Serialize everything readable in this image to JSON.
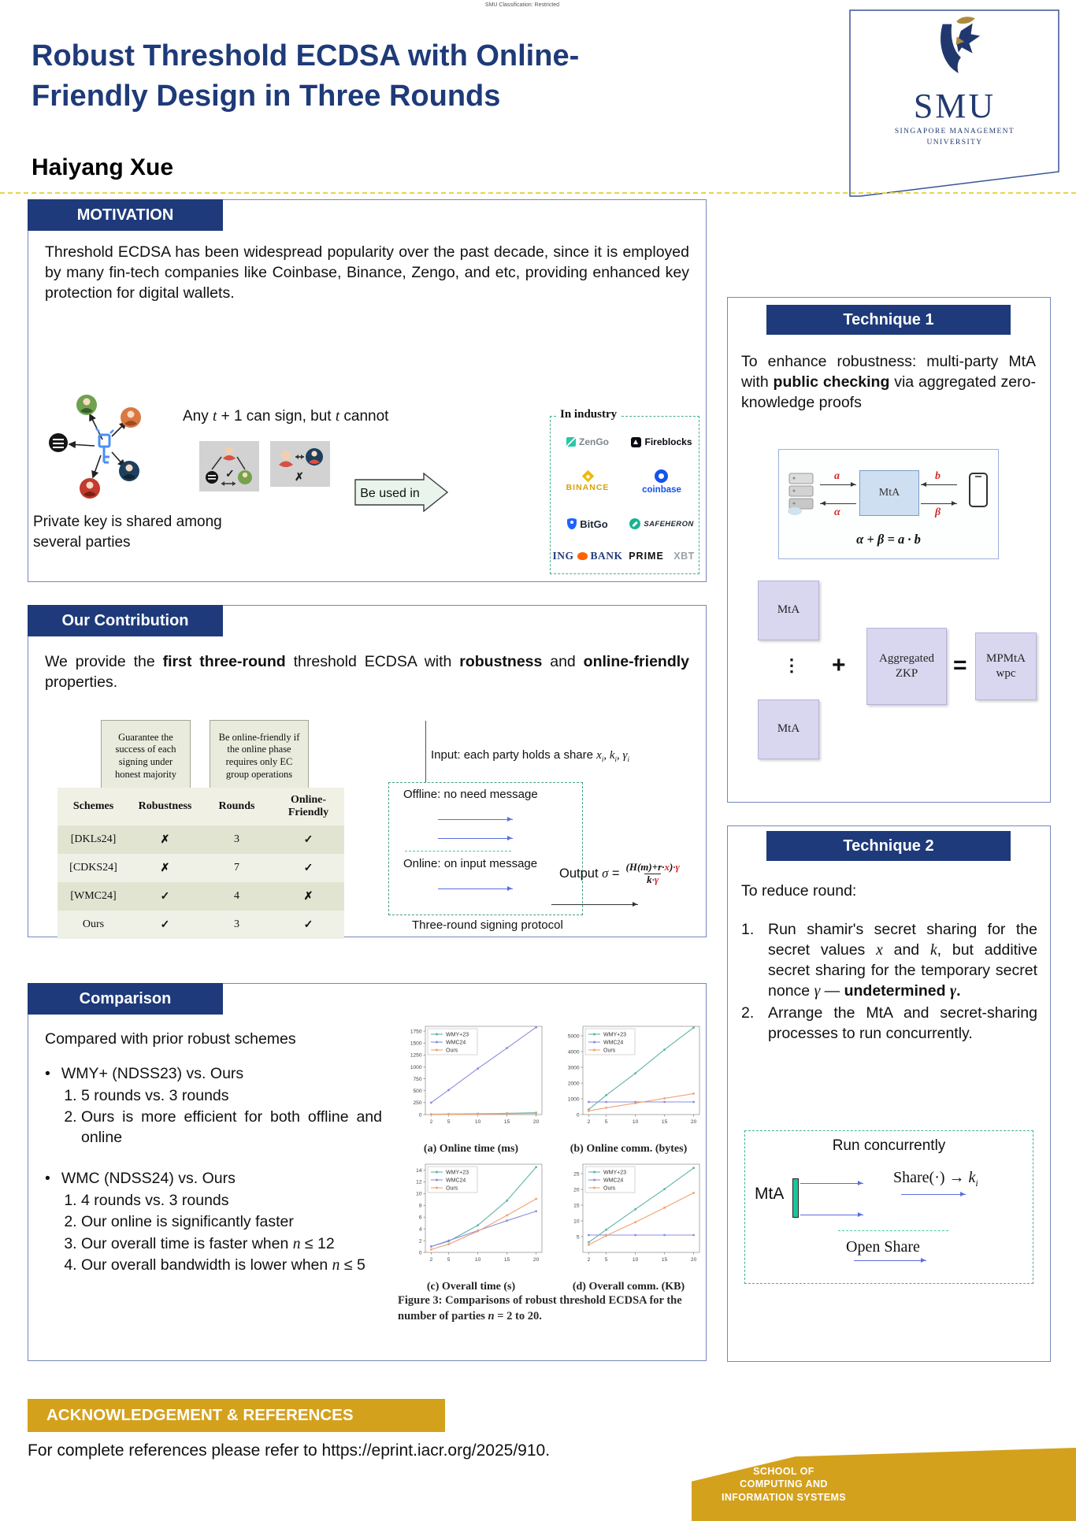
{
  "meta": {
    "classification": "SMU Classification: Restricted"
  },
  "header": {
    "title": "Robust Threshold ECDSA with Online-Friendly Design in Three Rounds",
    "author": "Haiyang Xue",
    "logo": {
      "acronym": "SMU",
      "line1": "SINGAPORE MANAGEMENT",
      "line2": "UNIVERSITY"
    }
  },
  "symbols": {
    "check": "✓",
    "cross": "✗",
    "bullet": "•",
    "dots": "⋮",
    "plus": "+",
    "equals": "="
  },
  "motivation": {
    "heading": "MOTIVATION",
    "paragraph": "Threshold ECDSA has been widespread popularity over the past decade, since it is employed by many fin-tech companies like Coinbase, Binance, Zengo, and etc, providing enhanced key protection for digital wallets.",
    "sign_line": [
      {
        "t": "Any "
      },
      {
        "t": "t",
        "i": 1,
        "serif": 1
      },
      {
        "t": " + 1 can sign, but "
      },
      {
        "t": "t",
        "i": 1,
        "serif": 1
      },
      {
        "t": " cannot"
      }
    ],
    "shared_caption": "Private key is shared among several parties",
    "be_used_in": "Be used in",
    "industry": {
      "title": "In industry",
      "companies": [
        {
          "name": "ZenGo",
          "icon": "zengo"
        },
        {
          "name": "Fireblocks",
          "icon": "fireblocks"
        },
        {
          "name": "BINANCE",
          "icon": "binance"
        },
        {
          "name": "coinbase",
          "icon": "coinbase"
        },
        {
          "name": "BitGo",
          "icon": "bitgo"
        },
        {
          "name": "SAFEHERON",
          "icon": "safeheron"
        },
        {
          "name": "ING BANK",
          "icon": "ing"
        },
        {
          "name": "PRIME XBT",
          "icon": "primexbt"
        }
      ]
    }
  },
  "contribution": {
    "heading": "Our Contribution",
    "paragraph": [
      {
        "t": "We provide the "
      },
      {
        "t": "first three-round",
        "b": 1
      },
      {
        "t": " threshold ECDSA with "
      },
      {
        "t": "robustness",
        "b": 1
      },
      {
        "t": " and "
      },
      {
        "t": "online-friendly",
        "b": 1
      },
      {
        "t": " properties."
      }
    ],
    "callout_left": "Guarantee the success of each signing under honest majority",
    "callout_right": "Be online-friendly if the online phase requires only EC group operations",
    "table": {
      "columns": [
        "Schemes",
        "Robustness",
        "Rounds",
        "Online-Friendly"
      ],
      "rows": [
        [
          "[DKLs24]",
          "✗",
          "3",
          "✓"
        ],
        [
          "[CDKS24]",
          "✗",
          "7",
          "✓"
        ],
        [
          "[WMC24]",
          "✓",
          "4",
          "✗"
        ],
        [
          "Ours",
          "✓",
          "3",
          "✓"
        ]
      ]
    },
    "protocol": {
      "input_line": [
        {
          "t": "Input: each party holds a share "
        },
        {
          "t": "x",
          "i": 1,
          "serif": 1
        },
        {
          "t": "i",
          "sub": 1,
          "i": 1,
          "serif": 1
        },
        {
          "t": ", ",
          "serif": 1
        },
        {
          "t": "k",
          "i": 1,
          "serif": 1
        },
        {
          "t": "i",
          "sub": 1,
          "i": 1,
          "serif": 1
        },
        {
          "t": ", ",
          "serif": 1
        },
        {
          "t": "γ",
          "i": 1,
          "serif": 1
        },
        {
          "t": "i",
          "sub": 1,
          "i": 1,
          "serif": 1
        }
      ],
      "offline_label": "Offline: no need message",
      "online_label": "Online: on input message",
      "output_prefix": [
        {
          "t": "Output "
        },
        {
          "t": "σ",
          "i": 1,
          "serif": 1
        },
        {
          "t": " ="
        }
      ],
      "output_numerator": [
        {
          "t": "(H(m)+r·",
          "i": 1,
          "serif": 1,
          "b": 1
        },
        {
          "t": "x",
          "i": 1,
          "serif": 1,
          "b": 1,
          "c": "red"
        },
        {
          "t": ")",
          "i": 1,
          "serif": 1,
          "b": 1
        },
        {
          "t": "·γ",
          "i": 1,
          "serif": 1,
          "b": 1,
          "c": "red"
        }
      ],
      "output_denominator": [
        {
          "t": "k",
          "i": 1,
          "serif": 1,
          "b": 1
        },
        {
          "t": "·γ",
          "i": 1,
          "serif": 1,
          "b": 1,
          "c": "red"
        }
      ],
      "caption": "Three-round signing protocol"
    }
  },
  "comparison": {
    "heading": "Comparison",
    "intro": "Compared with prior robust schemes",
    "bullets": [
      {
        "title": [
          {
            "t": "WMY+ (NDSS23) vs. Ours"
          }
        ],
        "items": [
          [
            {
              "t": "5 rounds vs. 3 rounds"
            }
          ],
          [
            {
              "t": "Ours is more efficient for both offline and online"
            }
          ]
        ]
      },
      {
        "title": [
          {
            "t": "WMC (NDSS24) vs. Ours"
          }
        ],
        "items": [
          [
            {
              "t": "4 rounds vs. 3 rounds"
            }
          ],
          [
            {
              "t": "Our online is significantly faster"
            }
          ],
          [
            {
              "t": "Our overall time is faster when "
            },
            {
              "t": "n",
              "i": 1,
              "serif": 1
            },
            {
              "t": " ≤ 12"
            }
          ],
          [
            {
              "t": "Our overall bandwidth is lower when "
            },
            {
              "t": "n",
              "i": 1,
              "serif": 1
            },
            {
              "t": " ≤ 5"
            }
          ]
        ]
      }
    ],
    "figure_caption": [
      {
        "t": "Figure 3: Comparisons of robust threshold ECDSA for the number of parties "
      },
      {
        "t": "n",
        "i": 1
      },
      {
        "t": " = 2 to 20."
      }
    ]
  },
  "chart_data": [
    {
      "type": "line",
      "key": "online-time",
      "title": "(a) Online time (ms)",
      "x": [
        2,
        5,
        10,
        15,
        20
      ],
      "xlim": [
        1,
        21
      ],
      "ylim": [
        0,
        1850
      ],
      "yticks": [
        0,
        250,
        500,
        750,
        1000,
        1250,
        1500,
        1750
      ],
      "xticks": [
        2,
        5,
        10,
        15,
        20
      ],
      "legend": "upper-left",
      "series": [
        {
          "name": "WMY+23",
          "color": "#5fb4aa",
          "values": [
            8,
            12,
            18,
            26,
            38
          ]
        },
        {
          "name": "WMC24",
          "color": "#8c8ce0",
          "values": [
            250,
            515,
            965,
            1395,
            1830
          ]
        },
        {
          "name": "Ours",
          "color": "#f2a170",
          "values": [
            4,
            7,
            12,
            18,
            25
          ]
        }
      ]
    },
    {
      "type": "line",
      "key": "online-comm",
      "title": "(b) Online comm. (bytes)",
      "x": [
        2,
        5,
        10,
        15,
        20
      ],
      "xlim": [
        1,
        21
      ],
      "ylim": [
        0,
        5600
      ],
      "yticks": [
        0,
        1000,
        2000,
        3000,
        4000,
        5000
      ],
      "xticks": [
        2,
        5,
        10,
        15,
        20
      ],
      "legend": "upper-left",
      "series": [
        {
          "name": "WMY+23",
          "color": "#5fb4aa",
          "values": [
            320,
            1230,
            2620,
            4120,
            5520
          ]
        },
        {
          "name": "WMC24",
          "color": "#8c8ce0",
          "values": [
            800,
            800,
            800,
            800,
            800
          ]
        },
        {
          "name": "Ours",
          "color": "#f2a170",
          "values": [
            230,
            430,
            720,
            1030,
            1330
          ]
        }
      ]
    },
    {
      "type": "line",
      "key": "overall-time",
      "title": "(c) Overall time (s)",
      "x": [
        2,
        5,
        10,
        15,
        20
      ],
      "xlim": [
        1,
        21
      ],
      "ylim": [
        0,
        15
      ],
      "yticks": [
        0,
        2,
        4,
        6,
        8,
        10,
        12,
        14
      ],
      "xticks": [
        2,
        5,
        10,
        15,
        20
      ],
      "legend": "upper-left",
      "series": [
        {
          "name": "WMY+23",
          "color": "#5fb4aa",
          "values": [
            1.0,
            1.9,
            4.6,
            8.8,
            14.5
          ]
        },
        {
          "name": "WMC24",
          "color": "#8c8ce0",
          "values": [
            1.0,
            2.0,
            3.7,
            5.4,
            7.0
          ]
        },
        {
          "name": "Ours",
          "color": "#f2a170",
          "values": [
            0.5,
            1.4,
            3.6,
            6.3,
            9.1
          ]
        }
      ]
    },
    {
      "type": "line",
      "key": "overall-comm",
      "title": "(d) Overall comm. (KB)",
      "x": [
        2,
        5,
        10,
        15,
        20
      ],
      "xlim": [
        1,
        21
      ],
      "ylim": [
        0,
        28
      ],
      "yticks": [
        5,
        10,
        15,
        20,
        25
      ],
      "xticks": [
        2,
        5,
        10,
        15,
        20
      ],
      "legend": "upper-left",
      "series": [
        {
          "name": "WMY+23",
          "color": "#5fb4aa",
          "values": [
            3.2,
            7.2,
            13.7,
            20.1,
            26.8
          ]
        },
        {
          "name": "WMC24",
          "color": "#8c8ce0",
          "values": [
            5.5,
            5.5,
            5.5,
            5.5,
            5.5
          ]
        },
        {
          "name": "Ours",
          "color": "#f2a170",
          "values": [
            2.4,
            5.3,
            9.6,
            14.2,
            18.9
          ]
        }
      ]
    }
  ],
  "technique1": {
    "heading": "Technique 1",
    "paragraph": [
      {
        "t": "To enhance robustness: multi-party MtA with "
      },
      {
        "t": "public checking",
        "b": 1
      },
      {
        "t": " via aggregated zero-knowledge proofs"
      }
    ],
    "mta_box": "MtA",
    "labels": {
      "a": "a",
      "alpha": "α",
      "b": "b",
      "beta": "β"
    },
    "formula": "α + β = a · b",
    "agg": {
      "mta": "MtA",
      "zkp_line1": "Aggregated",
      "zkp_line2": "ZKP",
      "result_line1": "MPMtA",
      "result_line2": "wpc"
    }
  },
  "technique2": {
    "heading": "Technique 2",
    "intro": "To reduce round:",
    "items": [
      [
        {
          "t": "Run shamir's secret sharing for the secret values "
        },
        {
          "t": "x",
          "i": 1,
          "serif": 1
        },
        {
          "t": " and "
        },
        {
          "t": "k",
          "i": 1,
          "serif": 1
        },
        {
          "t": ", but additive secret sharing for the temporary secret nonce "
        },
        {
          "t": "γ",
          "i": 1,
          "serif": 1
        },
        {
          "t": " — "
        },
        {
          "t": "undetermined ",
          "b": 1
        },
        {
          "t": "γ",
          "b": 1,
          "i": 1,
          "serif": 1
        },
        {
          "t": ".",
          "b": 1
        }
      ],
      [
        {
          "t": "Arrange the MtA and secret-sharing processes to run concurrently."
        }
      ]
    ],
    "diagram": {
      "title": "Run concurrently",
      "mta": "MtA",
      "share_line": [
        {
          "t": "Share(·) → "
        },
        {
          "t": "k",
          "i": 1
        },
        {
          "t": "i",
          "sub": 1,
          "i": 1
        }
      ],
      "open_share": "Open Share"
    }
  },
  "acknowledgement": {
    "heading": "ACKNOWLEDGEMENT & REFERENCES",
    "text": "For complete references please refer to https://eprint.iacr.org/2025/910."
  },
  "footer": {
    "school_lines": [
      "SCHOOL OF",
      "COMPUTING AND",
      "INFORMATION SYSTEMS"
    ]
  }
}
